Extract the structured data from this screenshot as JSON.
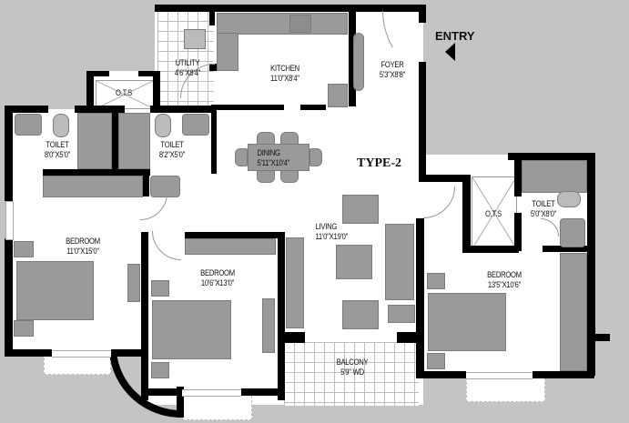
{
  "plan": {
    "type_label": "TYPE-2",
    "entry_label": "ENTRY",
    "colors": {
      "background": "#c4c4c4",
      "wall": "#000000",
      "floor": "#ffffff",
      "furniture": "#9a9a9a"
    }
  },
  "rooms": {
    "utility": {
      "name": "UTILITY",
      "size": "4'6\"X8'4\""
    },
    "kitchen": {
      "name": "KITCHEN",
      "size": "11'0\"X8'4\""
    },
    "foyer": {
      "name": "FOYER",
      "size": "5'3\"X8'8\""
    },
    "ots_top": {
      "name": "O.T.S"
    },
    "toilet_left": {
      "name": "TOILET",
      "size": "8'0\"X5'0\""
    },
    "toilet_mid": {
      "name": "TOILET",
      "size": "8'2\"X5'0\""
    },
    "dining": {
      "name": "DINING",
      "size": "5'11\"X10'4\""
    },
    "ots_right": {
      "name": "O.T.S"
    },
    "toilet_right": {
      "name": "TOILET",
      "size": "5'0\"X8'0\""
    },
    "bedroom_left": {
      "name": "BEDROOM",
      "size": "11'0\"X15'0\""
    },
    "bedroom_mid": {
      "name": "BEDROOM",
      "size": "10'6\"X13'0\""
    },
    "living": {
      "name": "LIVING",
      "size": "11'0\"X19'0\""
    },
    "bedroom_right": {
      "name": "BEDROOM",
      "size": "13'5\"X10'6\""
    },
    "balcony": {
      "name": "BALCONY",
      "size": "5'9\" WD"
    }
  }
}
